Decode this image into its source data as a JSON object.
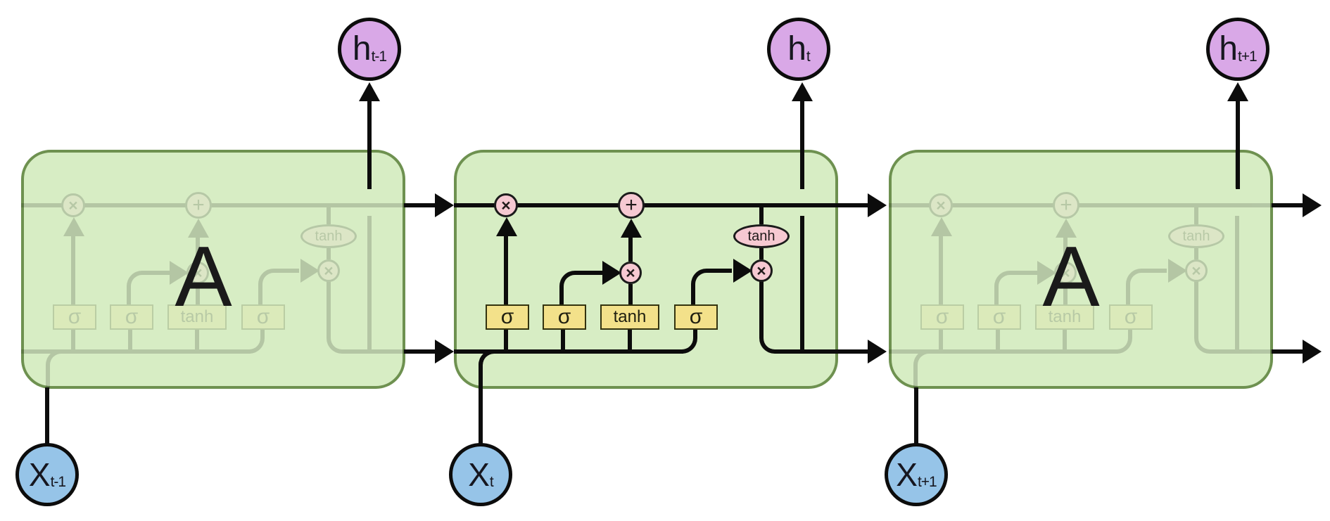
{
  "diagram": {
    "description": "Unrolled LSTM recurrent neural network chain with three repeating modules",
    "cells": [
      {
        "label": "A"
      },
      {
        "label": ""
      },
      {
        "label": "A"
      }
    ],
    "internals": {
      "gates": {
        "forget": "σ",
        "input": "σ",
        "candidate": "tanh",
        "output": "σ"
      },
      "ops": {
        "forget_multiply": "×",
        "cell_add": "+",
        "input_multiply": "×",
        "tanh_activation": "tanh",
        "output_multiply": "×"
      }
    },
    "inputs": [
      {
        "main": "X",
        "sub": "t-1"
      },
      {
        "main": "X",
        "sub": "t"
      },
      {
        "main": "X",
        "sub": "t+1"
      }
    ],
    "outputs": [
      {
        "main": "h",
        "sub": "t-1"
      },
      {
        "main": "h",
        "sub": "t"
      },
      {
        "main": "h",
        "sub": "t+1"
      }
    ],
    "colors": {
      "cell_fill": "#d7edc4",
      "cell_border": "#6e9150",
      "line": "#0c0c0c",
      "gate_fill": "#f3e18a",
      "op_fill": "#f6c9d2",
      "output_node_fill": "#d9a8e7",
      "input_node_fill": "#96c4e8"
    }
  }
}
